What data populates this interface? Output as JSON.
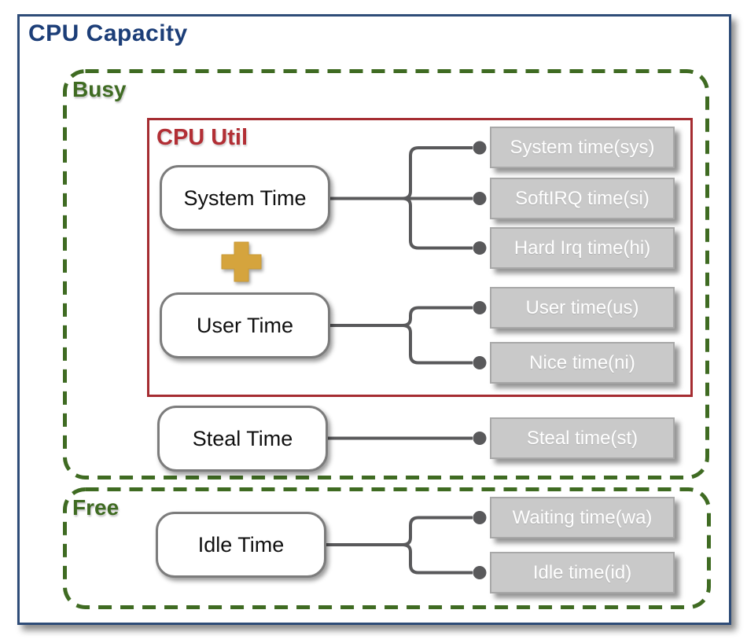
{
  "title": "CPU Capacity",
  "groups": {
    "busy": {
      "label": "Busy"
    },
    "free": {
      "label": "Free"
    },
    "cpu_util": {
      "label": "CPU Util"
    }
  },
  "nodes": {
    "system_time": {
      "label": "System Time"
    },
    "user_time": {
      "label": "User Time"
    },
    "steal_time": {
      "label": "Steal Time"
    },
    "idle_time": {
      "label": "Idle Time"
    }
  },
  "operator_icon": "plus",
  "leaves": [
    {
      "label": "System time(sys)"
    },
    {
      "label": "SoftIRQ time(si)"
    },
    {
      "label": "Hard Irq time(hi)"
    },
    {
      "label": "User time(us)"
    },
    {
      "label": "Nice time(ni)"
    },
    {
      "label": "Steal time(st)"
    },
    {
      "label": "Waiting time(wa)"
    },
    {
      "label": "Idle time(id)"
    }
  ],
  "edges": [
    {
      "from": "System Time",
      "to": [
        "System time(sys)",
        "SoftIRQ time(si)",
        "Hard Irq time(hi)"
      ]
    },
    {
      "from": "User Time",
      "to": [
        "User time(us)",
        "Nice time(ni)"
      ]
    },
    {
      "from": "Steal Time",
      "to": [
        "Steal time(st)"
      ]
    },
    {
      "from": "Idle Time",
      "to": [
        "Waiting time(wa)",
        "Idle time(id)"
      ]
    }
  ],
  "colors": {
    "frame_blue": "#2e4c78",
    "title_navy": "#1c3e78",
    "group_green": "#3f6b22",
    "cpu_util_red": "#a52c31",
    "connector_gray": "#59595b",
    "leaf_gray": "#c9c9c9",
    "plus_gold": "#d5a43c"
  }
}
